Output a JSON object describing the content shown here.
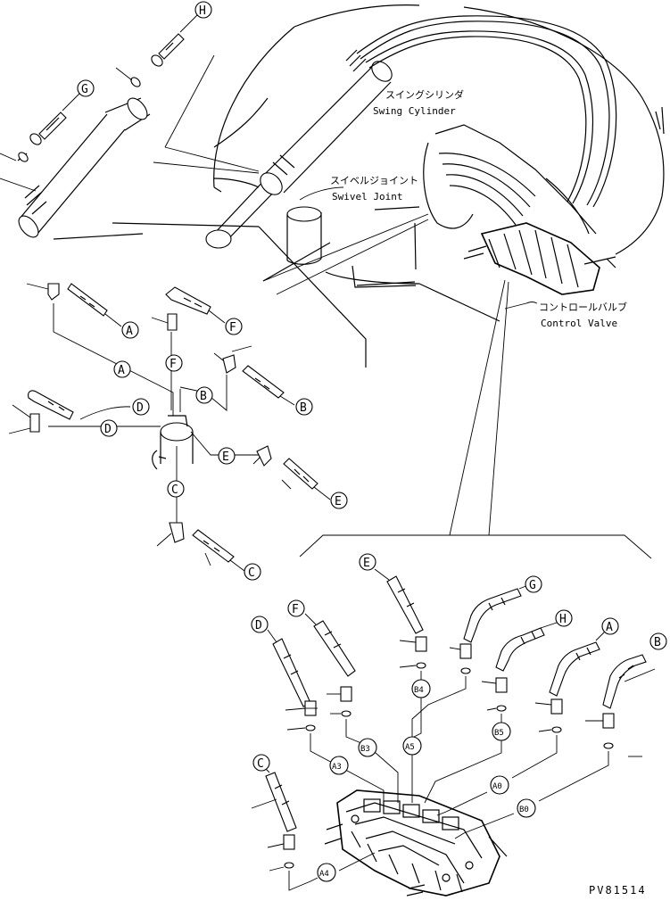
{
  "labels": {
    "swing_cylinder_jp": "スイングシリンダ",
    "swing_cylinder_en": "Swing Cylinder",
    "swivel_joint_jp": "スイベルジョイント",
    "swivel_joint_en": "Swivel Joint",
    "control_valve_jp": "コントロールバルブ",
    "control_valve_en": "Control Valve",
    "drawing_code": "PV81514"
  },
  "callouts": {
    "A": "A",
    "B": "B",
    "C": "C",
    "D": "D",
    "E": "E",
    "F": "F",
    "G": "G",
    "H": "H"
  },
  "ports": {
    "A3": "A3",
    "B3": "B3",
    "A5": "A5",
    "B4": "B4",
    "B5": "B5",
    "A0": "A0",
    "B0": "B0",
    "A4": "A4"
  }
}
